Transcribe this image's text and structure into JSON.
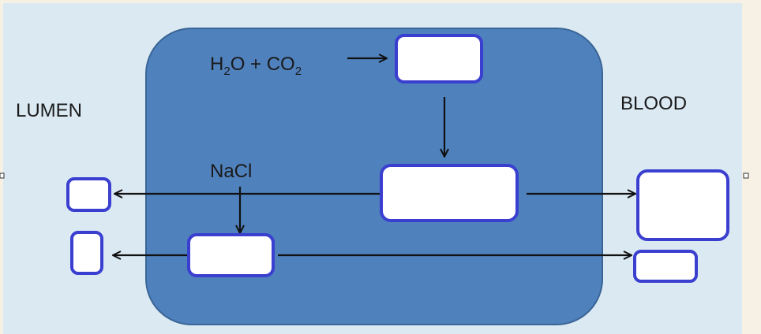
{
  "colors": {
    "background": "#dbe9f3",
    "cell_fill": "#4f81bd",
    "cell_border": "#3a6596",
    "box_fill": "#ffffff",
    "box_border": "#3a3fd0",
    "arrow": "#111111"
  },
  "labels": {
    "lumen": "LUMEN",
    "blood": "BLOOD",
    "h2o": "H",
    "h2o_sub": "2",
    "h2o_tail": "O + CO",
    "co2_sub": "2",
    "nacl": "NaCl"
  },
  "boxes": [
    "",
    "",
    "",
    "",
    "",
    "",
    ""
  ]
}
